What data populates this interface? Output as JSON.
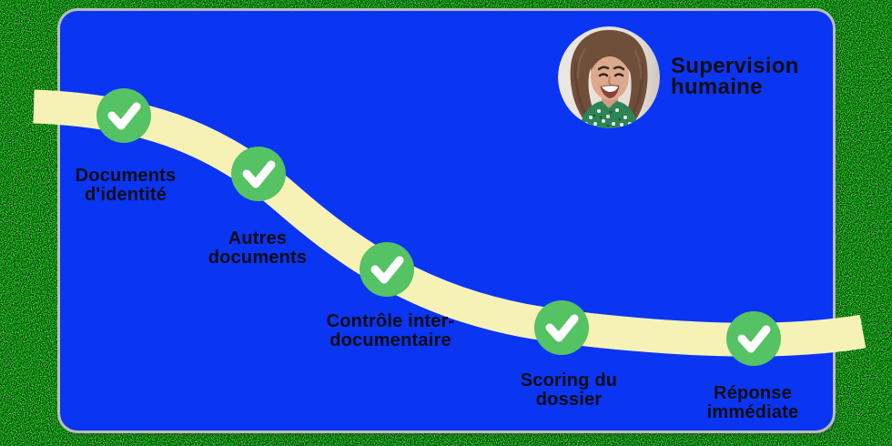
{
  "diagram": {
    "title": "Supervision humaine",
    "supervision": {
      "label": "Supervision\nhumaine",
      "avatar": "woman-portrait-photo"
    },
    "steps": [
      {
        "label": "Documents\nd'identité",
        "icon": "check"
      },
      {
        "label": "Autres\ndocuments",
        "icon": "check"
      },
      {
        "label": "Contrôle inter-\ndocumentaire",
        "icon": "check"
      },
      {
        "label": "Scoring du\ndossier",
        "icon": "check"
      },
      {
        "label": "Réponse\nimmédiate",
        "icon": "check"
      }
    ]
  },
  "colors": {
    "card_blue": "#0a35f3",
    "path_yellow": "#f6f2b5",
    "check_green": "#55c263",
    "check_mark_white": "#ffffff",
    "text_black": "#0c0d12"
  }
}
